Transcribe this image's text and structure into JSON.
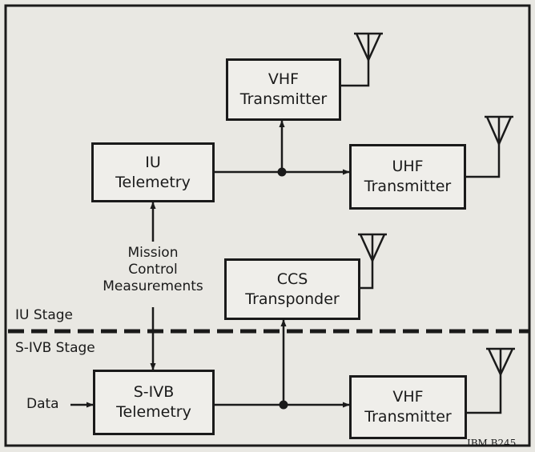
{
  "blocks": {
    "vhf_top": [
      "VHF",
      "Transmitter"
    ],
    "uhf": [
      "UHF",
      "Transmitter"
    ],
    "iu_telemetry": [
      "IU",
      "Telemetry"
    ],
    "ccs": [
      "CCS",
      "Transponder"
    ],
    "sivb_telemetry": [
      "S-IVB",
      "Telemetry"
    ],
    "vhf_bottom": [
      "VHF",
      "Transmitter"
    ]
  },
  "labels": {
    "mission": [
      "Mission",
      "Control",
      "Measurements"
    ],
    "iu_stage": "IU Stage",
    "sivb_stage": "S-IVB Stage",
    "data": "Data",
    "figure_id": "IBM B245"
  }
}
